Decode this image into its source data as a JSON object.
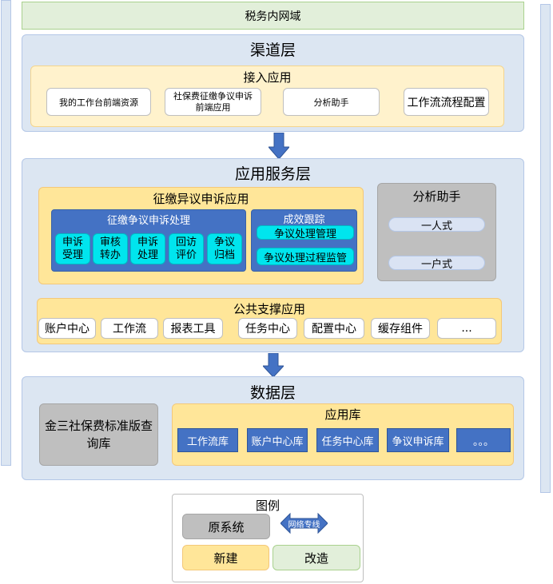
{
  "top_bar": {
    "label": "税务内网域"
  },
  "channel_layer": {
    "title": "渠道层",
    "access_app": {
      "title": "接入应用",
      "items": [
        "我的工作台前端资源",
        "社保费征缴争议申诉前端应用",
        "分析助手",
        "工作流流程配置"
      ]
    }
  },
  "app_service_layer": {
    "title": "应用服务层",
    "dispute_app": {
      "title": "征缴异议申诉应用",
      "processing": {
        "title": "征缴争议申诉处理",
        "items": [
          "申诉受理",
          "审核转办",
          "申诉处理",
          "回访评价",
          "争议归档"
        ]
      },
      "tracking": {
        "title": "成效跟踪",
        "items": [
          "争议处理管理",
          "争议处理过程监管"
        ]
      }
    },
    "analysis": {
      "title": "分析助手",
      "items": [
        "一人式",
        "一户式"
      ]
    },
    "public_support": {
      "title": "公共支撑应用",
      "items": [
        "账户中心",
        "工作流",
        "报表工具",
        "任务中心",
        "配置中心",
        "缓存组件",
        "..."
      ]
    }
  },
  "data_layer": {
    "title": "数据层",
    "query_db": "金三社保费标准版查询库",
    "app_db": {
      "title": "应用库",
      "items": [
        "工作流库",
        "账户中心库",
        "任务中心库",
        "争议申诉库",
        "。。。"
      ]
    }
  },
  "legend": {
    "title": "图例",
    "original": "原系统",
    "network": "网络专线",
    "new_build": "新建",
    "modified": "改造"
  },
  "colors": {
    "layer_bg": "#dce6f2",
    "yellow": "#ffe699",
    "light_yellow": "#fff2cc",
    "gray": "#bfbfbf",
    "blue": "#4472c4",
    "cyan": "#00e5ee",
    "green": "#e2efda",
    "arrow": "#4472c4"
  }
}
